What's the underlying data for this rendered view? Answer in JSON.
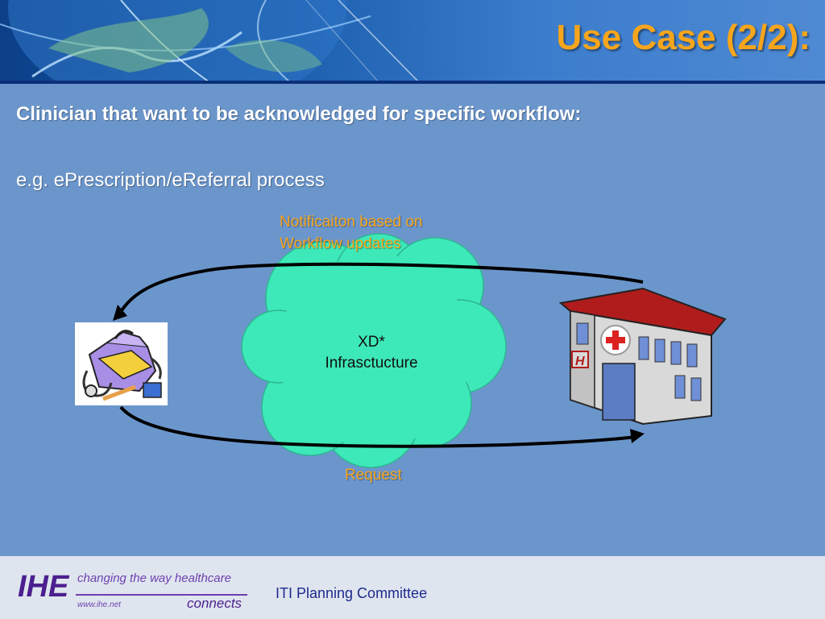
{
  "slide": {
    "title": "Use Case (2/2):",
    "heading": "Clinician that want to be acknowledged for specific workflow:",
    "example": "e.g. ePrescription/eReferral process"
  },
  "diagram": {
    "notification_line1": "Notificaiton based on",
    "notification_line2": "Workflow updates",
    "cloud_line1": "XD*",
    "cloud_line2": "Infrasctucture",
    "request_label": "Request",
    "colors": {
      "cloud": "#3de9b8",
      "label": "#f7a51c",
      "hospital_roof": "#b01c1c"
    }
  },
  "footer": {
    "logo_text": "IHE",
    "logo_tagline": "changing the way healthcare",
    "logo_url": "www.ihe.net",
    "logo_connects": "connects",
    "committee": "ITI Planning Committee"
  }
}
